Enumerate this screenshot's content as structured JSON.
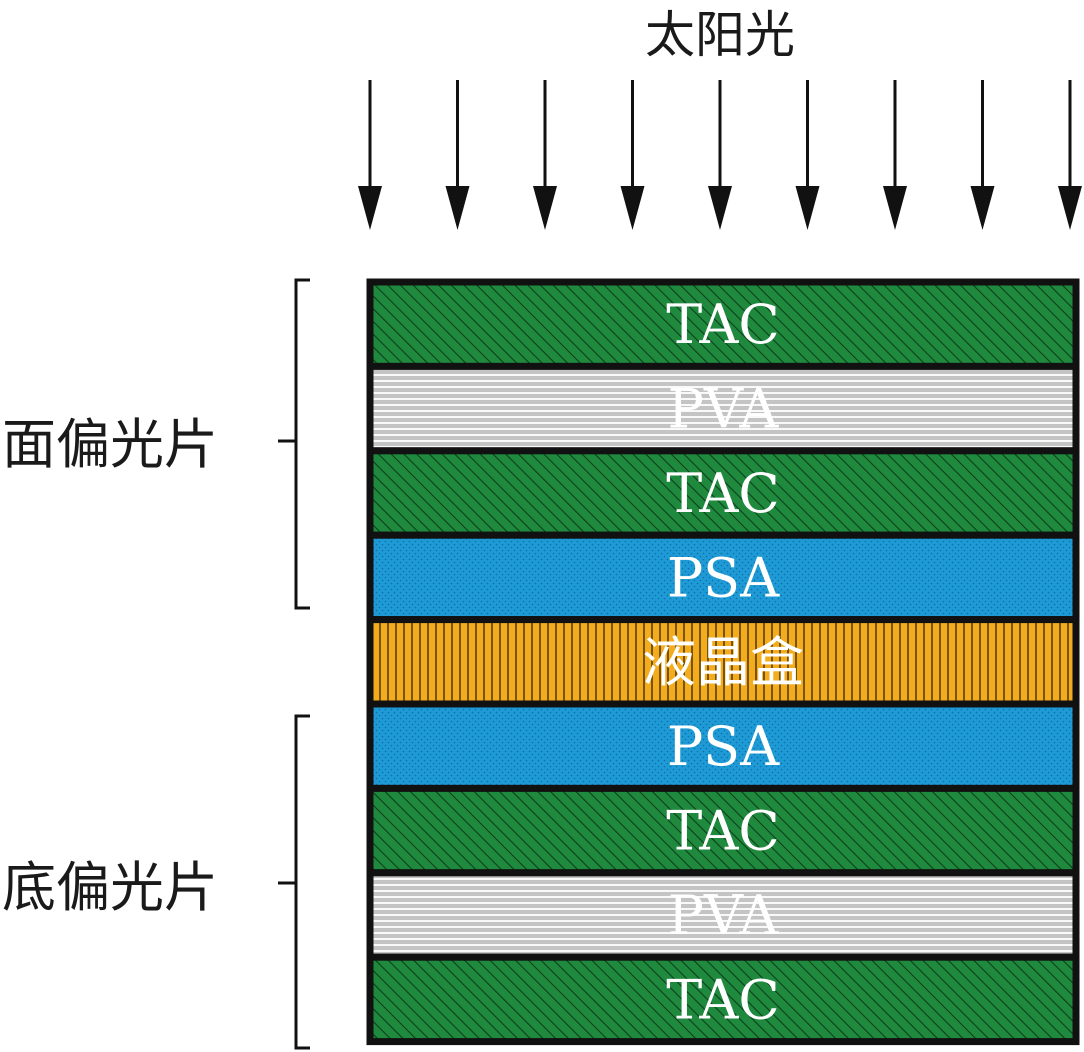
{
  "title": "太阳光",
  "groups": {
    "top": "面偏光片",
    "bottom": "底偏光片"
  },
  "layers": [
    {
      "label": "TAC",
      "material": "tac"
    },
    {
      "label": "PVA",
      "material": "pva"
    },
    {
      "label": "TAC",
      "material": "tac"
    },
    {
      "label": "PSA",
      "material": "psa"
    },
    {
      "label": "液晶盒",
      "material": "lc"
    },
    {
      "label": "PSA",
      "material": "psa"
    },
    {
      "label": "TAC",
      "material": "tac"
    },
    {
      "label": "PVA",
      "material": "pva"
    },
    {
      "label": "TAC",
      "material": "tac"
    }
  ],
  "colors": {
    "tac": "#1f8a3e",
    "pva": "#c4c4c4",
    "psa": "#1e9ad6",
    "lc": "#f2ac1c",
    "outline": "#111111",
    "label": "#ffffff"
  },
  "arrow_count": 9
}
